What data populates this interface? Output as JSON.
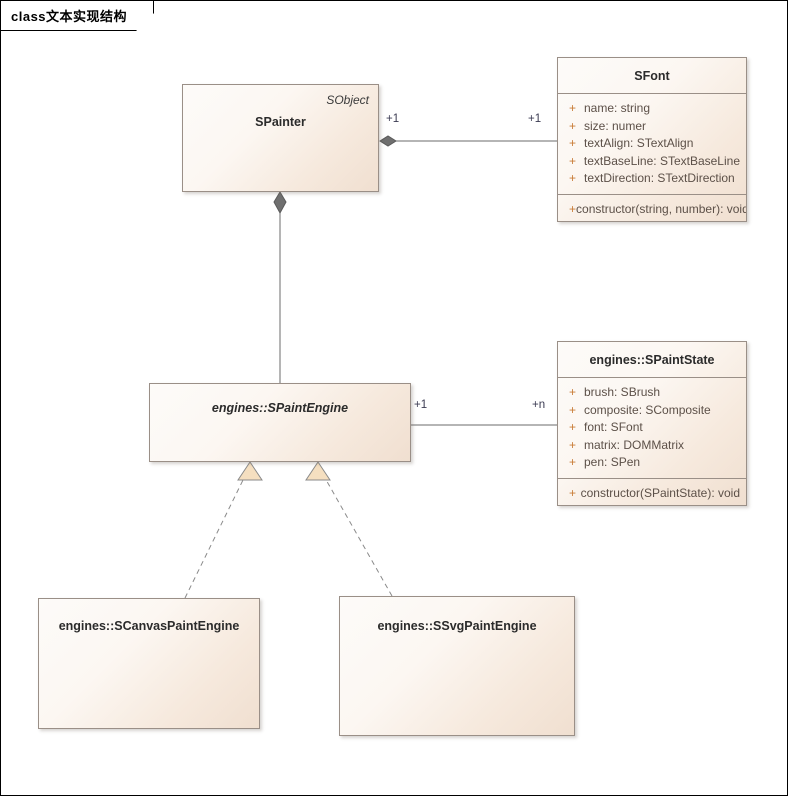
{
  "diagram": {
    "frame_label_prefix": "class",
    "frame_label_text": "文本实现结构",
    "frame_label_full": "class文本实现结构"
  },
  "classes": [
    {
      "id": "spainter",
      "name": "SPainter",
      "stereotype": "SObject",
      "abstract": false,
      "attributes": [],
      "operations": []
    },
    {
      "id": "sfont",
      "name": "SFont",
      "stereotype": "",
      "abstract": false,
      "attributes": [
        {
          "vis": "+",
          "text": "name: string"
        },
        {
          "vis": "+",
          "text": "size: numer"
        },
        {
          "vis": "+",
          "text": "textAlign: STextAlign"
        },
        {
          "vis": "+",
          "text": "textBaseLine: STextBaseLine"
        },
        {
          "vis": "+",
          "text": "textDirection: STextDirection"
        }
      ],
      "operations": [
        {
          "vis": "+",
          "text": "constructor(string, number): void"
        }
      ]
    },
    {
      "id": "spaintengine",
      "name": "engines::SPaintEngine",
      "stereotype": "",
      "abstract": true,
      "attributes": [],
      "operations": []
    },
    {
      "id": "spaintstate",
      "name": "engines::SPaintState",
      "stereotype": "",
      "abstract": false,
      "attributes": [
        {
          "vis": "+",
          "text": "brush: SBrush"
        },
        {
          "vis": "+",
          "text": "composite: SComposite"
        },
        {
          "vis": "+",
          "text": "font: SFont"
        },
        {
          "vis": "+",
          "text": "matrix: DOMMatrix"
        },
        {
          "vis": "+",
          "text": "pen: SPen"
        }
      ],
      "operations": [
        {
          "vis": "+",
          "text": "constructor(SPaintState): void"
        }
      ]
    },
    {
      "id": "scanvaspaintengine",
      "name": "engines::SCanvasPaintEngine",
      "stereotype": "",
      "abstract": false,
      "attributes": [],
      "operations": []
    },
    {
      "id": "ssvgpaintengine",
      "name": "engines::SSvgPaintEngine",
      "stereotype": "",
      "abstract": false,
      "attributes": [],
      "operations": []
    }
  ],
  "connectors": [
    {
      "id": "painter-font",
      "type": "composition",
      "from": "SPainter",
      "to": "SFont",
      "source_multiplicity": "+1",
      "target_multiplicity": "+1"
    },
    {
      "id": "painter-engine",
      "type": "composition",
      "from": "SPainter",
      "to": "engines::SPaintEngine",
      "source_multiplicity": "",
      "target_multiplicity": ""
    },
    {
      "id": "engine-state",
      "type": "association",
      "from": "engines::SPaintEngine",
      "to": "engines::SPaintState",
      "source_multiplicity": "+1",
      "target_multiplicity": "+n"
    },
    {
      "id": "canvas-realizes-engine",
      "type": "realization",
      "from": "engines::SCanvasPaintEngine",
      "to": "engines::SPaintEngine",
      "source_multiplicity": "",
      "target_multiplicity": ""
    },
    {
      "id": "svg-realizes-engine",
      "type": "realization",
      "from": "engines::SSvgPaintEngine",
      "to": "engines::SPaintEngine",
      "source_multiplicity": "",
      "target_multiplicity": ""
    }
  ],
  "colors": {
    "box_border": "#9a8f87",
    "box_fill_light": "#fdfbf9",
    "box_fill_dark": "#f0dfd0",
    "visibility_marker": "#c87b35",
    "member_text": "#5c5048",
    "connector_line": "#6b6b6b",
    "diamond_fill": "#6f6f6f",
    "triangle_fill": "#f5dfc0",
    "frame_border": "#000000",
    "multiplicity_text": "#3b3b52"
  }
}
